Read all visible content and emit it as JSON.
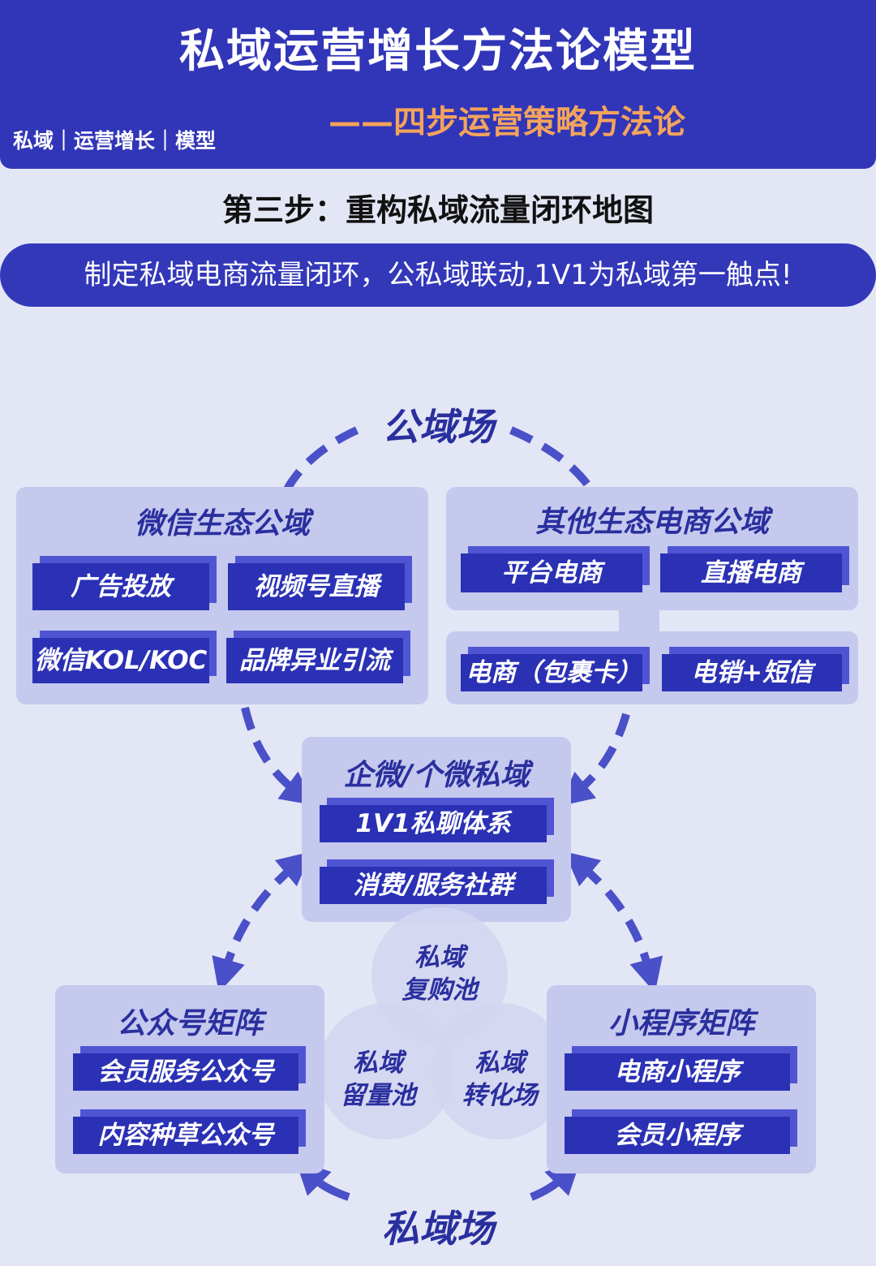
{
  "header": {
    "title": "私域运营增长方法论模型",
    "subtitle": "——四步运营策略方法论",
    "tags": "私域｜运营增长｜模型"
  },
  "step_title": "第三步：重构私域流量闭环地图",
  "banner": "制定私域电商流量闭环，公私域联动,1V1为私域第一触点!",
  "zones": {
    "public": "公域场",
    "private": "私域场"
  },
  "panels": {
    "wechat": {
      "title": "微信生态公域",
      "items": [
        "广告投放",
        "视频号直播",
        "微信KOL/KOC",
        "品牌异业引流"
      ]
    },
    "other": {
      "title": "其他生态电商公域",
      "items": [
        "平台电商",
        "直播电商",
        "电商（包裹卡）",
        "电销+短信"
      ]
    },
    "center": {
      "title": "企微/个微私域",
      "items": [
        "1V1私聊体系",
        "消费/服务社群"
      ]
    },
    "official": {
      "title": "公众号矩阵",
      "items": [
        "会员服务公众号",
        "内容种草公众号"
      ]
    },
    "miniprogram": {
      "title": "小程序矩阵",
      "items": [
        "电商小程序",
        "会员小程序"
      ]
    }
  },
  "pools": {
    "repurchase": [
      "私域",
      "复购池"
    ],
    "retention": [
      "私域",
      "留量池"
    ],
    "conversion": [
      "私域",
      "转化场"
    ]
  },
  "colors": {
    "header_bg": "#3136b8",
    "subtitle": "#f3a35c",
    "page_bg": "#e3e6f5",
    "panel_bg": "#c5c9ee",
    "tile_bg": "#2b31b5",
    "accent": "#4a50c8"
  }
}
